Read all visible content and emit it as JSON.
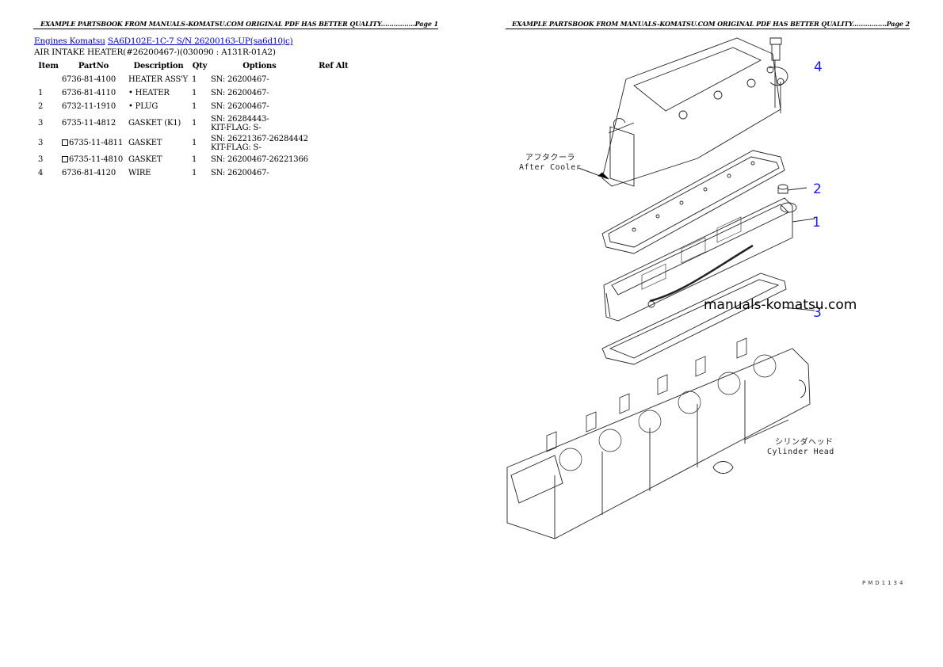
{
  "pages": [
    {
      "header": "EXAMPLE PARTSBOOK FROM MANUALS-KOMATSU.COM ORIGINAL PDF HAS BETTER QUALITY................Page 1"
    },
    {
      "header": "EXAMPLE PARTSBOOK FROM MANUALS-KOMATSU.COM ORIGINAL PDF HAS BETTER QUALITY................Page 2"
    }
  ],
  "breadcrumb": {
    "links": [
      "Engines Komatsu",
      "SA6D102E-1C-7 S/N 26200163-UP(sa6d10jc)"
    ]
  },
  "section_title": "AIR INTAKE HEATER(#26200467-)(030090 : A131R-01A2)",
  "table": {
    "headers": [
      "Item",
      "PartNo",
      "Description",
      "Qty",
      "Options",
      "Ref Alt"
    ],
    "rows": [
      {
        "item": "",
        "part_no": "6736-81-4100",
        "checkbox": false,
        "description": "HEATER ASS'Y",
        "qty": "1",
        "options": [
          "SN: 26200467-"
        ],
        "ref_alt": ""
      },
      {
        "item": "1",
        "part_no": "6736-81-4110",
        "checkbox": false,
        "description": "• HEATER",
        "qty": "1",
        "options": [
          "SN: 26200467-"
        ],
        "ref_alt": ""
      },
      {
        "item": "2",
        "part_no": "6732-11-1910",
        "checkbox": false,
        "description": "• PLUG",
        "qty": "1",
        "options": [
          "SN: 26200467-"
        ],
        "ref_alt": ""
      },
      {
        "item": "3",
        "part_no": "6735-11-4812",
        "checkbox": false,
        "description": "GASKET (K1)",
        "qty": "1",
        "options": [
          "SN: 26284443-",
          "KIT-FLAG: S-"
        ],
        "ref_alt": ""
      },
      {
        "item": "3",
        "part_no": "6735-11-4811",
        "checkbox": true,
        "description": "GASKET",
        "qty": "1",
        "options": [
          "SN: 26221367-26284442",
          "KIT-FLAG: S-"
        ],
        "ref_alt": ""
      },
      {
        "item": "3",
        "part_no": "6735-11-4810",
        "checkbox": true,
        "description": "GASKET",
        "qty": "1",
        "options": [
          "SN: 26200467-26221366"
        ],
        "ref_alt": ""
      },
      {
        "item": "4",
        "part_no": "6736-81-4120",
        "checkbox": false,
        "description": "WIRE",
        "qty": "1",
        "options": [
          "SN: 26200467-"
        ],
        "ref_alt": ""
      }
    ]
  },
  "diagram": {
    "callouts": [
      "1",
      "2",
      "3",
      "4"
    ],
    "labels": {
      "after_cooler_jp": "アフタクーラ",
      "after_cooler_en": "After Cooler",
      "cylinder_head_jp": "シリンダヘッド",
      "cylinder_head_en": "Cylinder Head"
    },
    "watermark": "manuals-komatsu.com",
    "figure_code": "PMD1134",
    "callout_color": "#1a1aff"
  }
}
